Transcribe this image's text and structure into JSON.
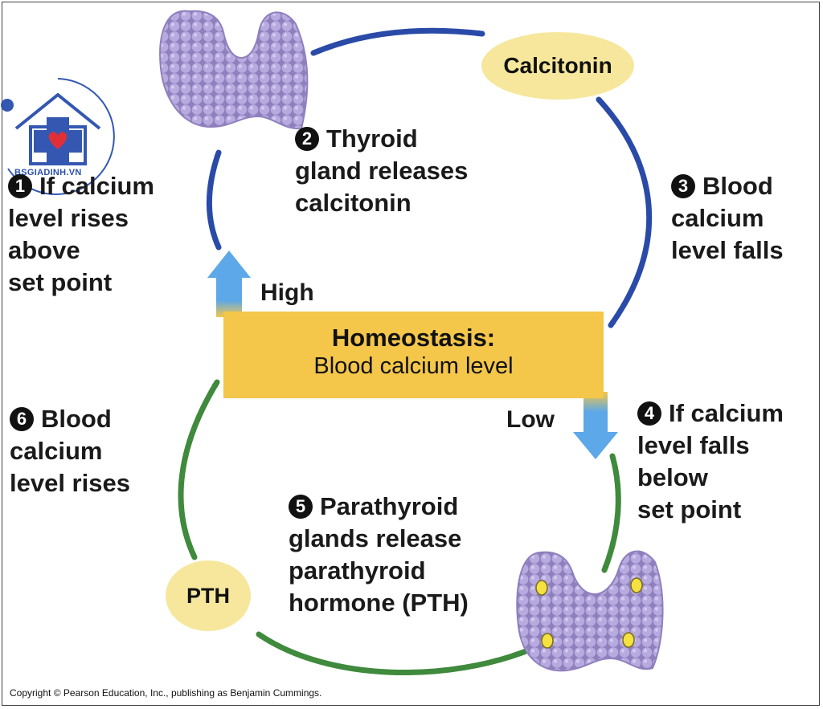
{
  "steps": [
    {
      "number": "1",
      "lines": [
        "If calcium",
        "level rises",
        "above",
        "set point"
      ]
    },
    {
      "number": "2",
      "lines": [
        "Thyroid",
        "gland releases",
        "calcitonin"
      ]
    },
    {
      "number": "3",
      "lines": [
        "Blood",
        "calcium",
        "level falls"
      ]
    },
    {
      "number": "4",
      "lines": [
        "If calcium",
        "level falls",
        "below",
        "set point"
      ]
    },
    {
      "number": "5",
      "lines": [
        "Parathyroid",
        "glands release",
        "parathyroid",
        "hormone (PTH)"
      ]
    },
    {
      "number": "6",
      "lines": [
        "Blood",
        "calcium",
        "level rises"
      ]
    }
  ],
  "hormones": {
    "calcitonin": "Calcitonin",
    "pth": "PTH"
  },
  "homeostasis": {
    "title": "Homeostasis:",
    "subtitle": "Blood calcium level"
  },
  "labels": {
    "high": "High",
    "low": "Low"
  },
  "copyright": "Copyright © Pearson Education, Inc., publishing as Benjamin Cummings.",
  "watermark": "BSGIADINH.VN",
  "colors": {
    "thyroid": "#a99bd3",
    "box": "#f4c64a",
    "hormone_ellipse": "#f7e79c",
    "blue_arrow": "#2a4aa8",
    "green_arrow": "#3f8a3c",
    "light_blue": "#5ca8e8",
    "parathyroid_dot": "#f3e242",
    "watermark": "#2a4fae",
    "watermark_heart": "#e0242e"
  }
}
